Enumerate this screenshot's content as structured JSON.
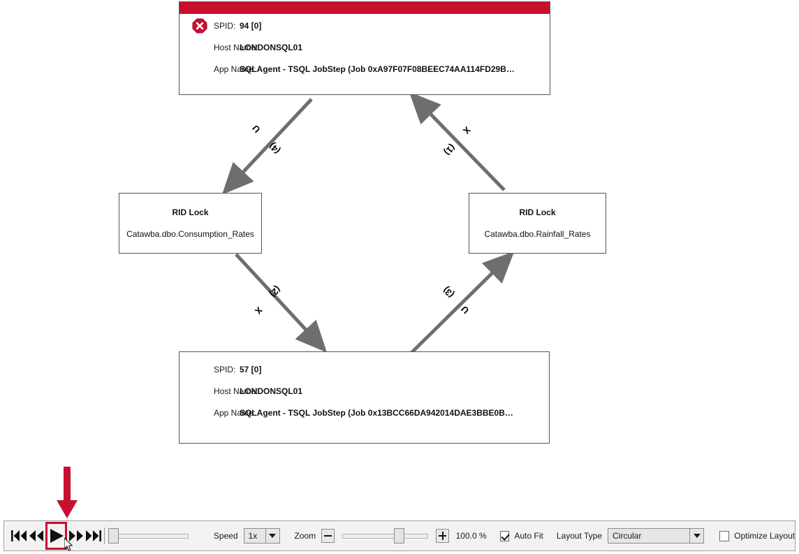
{
  "canvas": {
    "nodes": {
      "spid_top": {
        "kind": "session-node",
        "has_error_icon": true,
        "error_icon_name": "error-stop-icon",
        "header_color": "#c8102e",
        "rows": [
          {
            "label": "SPID:",
            "value": "94 [0]"
          },
          {
            "label": "Host Name:",
            "value": "LONDONSQL01"
          },
          {
            "label": "App Name:",
            "value": "SQLAgent - TSQL JobStep (Job 0xA97F07F08BEEC74AA114FD29B…"
          }
        ]
      },
      "spid_bottom": {
        "kind": "session-node",
        "has_error_icon": false,
        "rows": [
          {
            "label": "SPID:",
            "value": "57 [0]"
          },
          {
            "label": "Host Name:",
            "value": "LONDONSQL01"
          },
          {
            "label": "App Name:",
            "value": "SQLAgent - TSQL JobStep (Job 0x13BCC66DA942014DAE3BBE0B…"
          }
        ]
      },
      "res_left": {
        "kind": "resource-node",
        "title": "RID Lock",
        "subtitle": "Catawba.dbo.Consumption_Rates"
      },
      "res_right": {
        "kind": "resource-node",
        "title": "RID Lock",
        "subtitle": "Catawba.dbo.Rainfall_Rates"
      }
    },
    "edges": [
      {
        "id": "e4",
        "mode": "U",
        "order": "(4)",
        "from": "spid_top",
        "to": "res_left"
      },
      {
        "id": "e2",
        "mode": "X",
        "order": "(2)",
        "from": "res_left",
        "to": "spid_bottom"
      },
      {
        "id": "e3",
        "mode": "U",
        "order": "(3)",
        "from": "spid_bottom",
        "to": "res_right"
      },
      {
        "id": "e1",
        "mode": "X",
        "order": "(1)",
        "from": "res_right",
        "to": "spid_top"
      }
    ],
    "edge_color": "#6e6e6e",
    "annotation_arrow_color": "#c8102e"
  },
  "toolbar": {
    "buttons": [
      {
        "name": "skip-to-start-button",
        "glyph": "skip-back-icon"
      },
      {
        "name": "step-back-button",
        "glyph": "rewind-icon"
      },
      {
        "name": "play-button",
        "glyph": "play-icon",
        "highlighted": true
      },
      {
        "name": "fast-forward-button",
        "glyph": "fast-forward-icon"
      },
      {
        "name": "skip-to-end-button",
        "glyph": "skip-forward-icon"
      }
    ],
    "playback_slider": {
      "name": "playback-slider",
      "position_pct": 0
    },
    "speed_label": "Speed",
    "speed_value": "1x",
    "zoom_label": "Zoom",
    "zoom_out_name": "zoom-out-button",
    "zoom_in_name": "zoom-in-button",
    "zoom_slider": {
      "name": "zoom-slider",
      "position_pct": 73
    },
    "zoom_value": "100.0 %",
    "auto_fit_label": "Auto Fit",
    "auto_fit_checked": true,
    "layout_type_label": "Layout Type",
    "layout_type_value": "Circular",
    "optimize_layout_label": "Optimize Layout",
    "optimize_layout_checked": false
  }
}
